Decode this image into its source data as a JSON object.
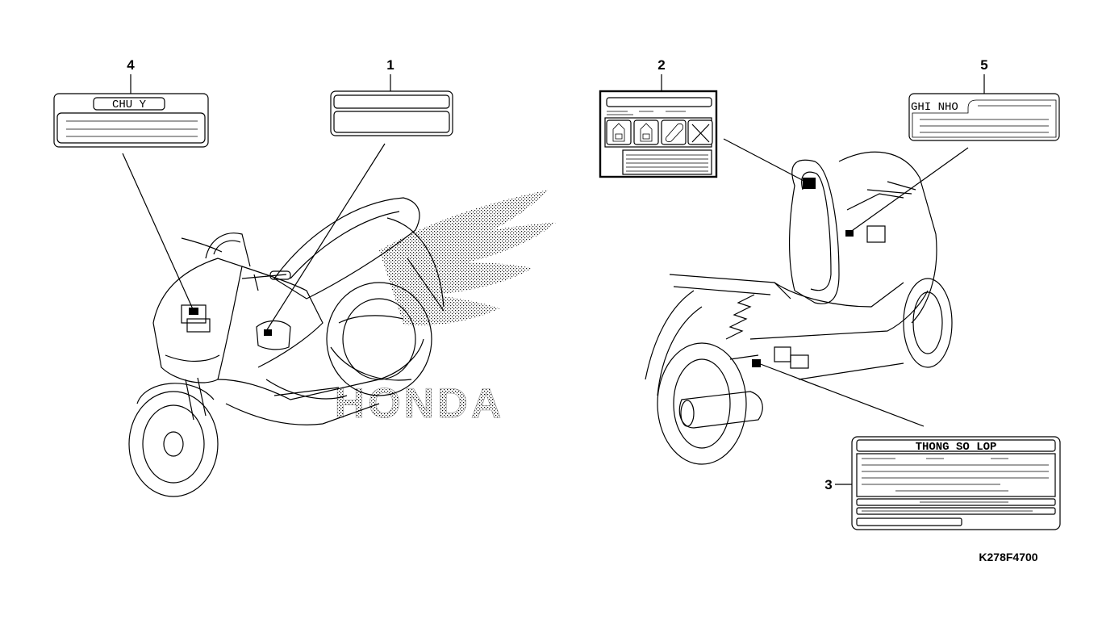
{
  "diagram": {
    "callouts": {
      "c1": "1",
      "c2": "2",
      "c3": "3",
      "c4": "4",
      "c5": "5"
    },
    "labels": {
      "caution": "CHU Y",
      "memo": "GHI NHO",
      "tire_info": "THONG SO LOP",
      "brand_watermark": "HONDA"
    },
    "figure_code": "K278F4700"
  }
}
